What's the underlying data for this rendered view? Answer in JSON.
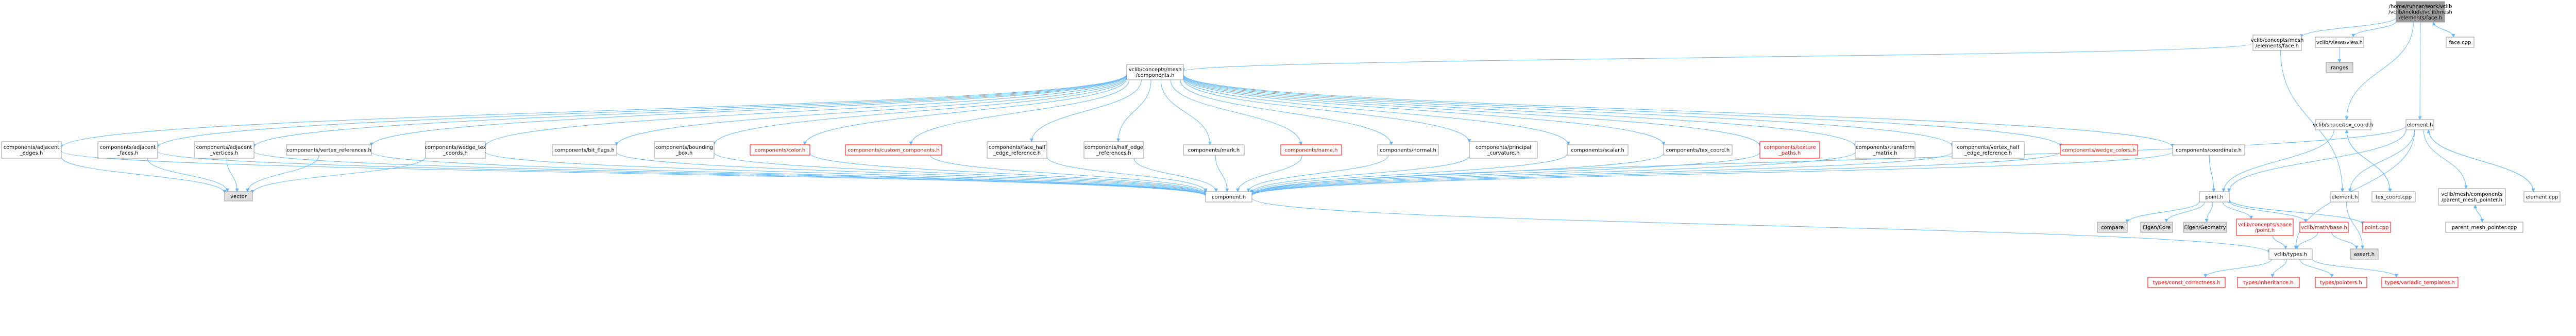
{
  "colors": {
    "edge": "#63b8ff",
    "node_border": "#999999",
    "node_fill": "#ffffff",
    "root_fill": "#999999",
    "external_fill": "#e0e0e0",
    "missing_text": "#ff0000"
  },
  "nodes": [
    {
      "id": "root",
      "lines": [
        "/home/runner/work/vclib",
        "/vclib/include/vclib/mesh",
        "/elements/face.h"
      ],
      "style": "root"
    },
    {
      "id": "concepts_face",
      "lines": [
        "vclib/concepts/mesh",
        "/elements/face.h"
      ],
      "style": "normal"
    },
    {
      "id": "views_view",
      "lines": [
        "vclib/views/view.h"
      ],
      "style": "normal"
    },
    {
      "id": "face_cpp",
      "lines": [
        "face.cpp"
      ],
      "style": "normal"
    },
    {
      "id": "ranges",
      "lines": [
        "ranges"
      ],
      "style": "external"
    },
    {
      "id": "concepts_components",
      "lines": [
        "vclib/concepts/mesh",
        "/components.h"
      ],
      "style": "normal"
    },
    {
      "id": "space_tex_coord",
      "lines": [
        "vclib/space/tex_coord.h"
      ],
      "style": "normal"
    },
    {
      "id": "element_h",
      "lines": [
        "element.h"
      ],
      "style": "normal"
    },
    {
      "id": "c_adjacent_edges",
      "lines": [
        "components/adjacent",
        "_edges.h"
      ],
      "style": "normal"
    },
    {
      "id": "c_adjacent_faces",
      "lines": [
        "components/adjacent",
        "_faces.h"
      ],
      "style": "normal"
    },
    {
      "id": "c_adjacent_vertices",
      "lines": [
        "components/adjacent",
        "_vertices.h"
      ],
      "style": "normal"
    },
    {
      "id": "c_vertex_references",
      "lines": [
        "components/vertex_references.h"
      ],
      "style": "normal"
    },
    {
      "id": "c_wedge_tex_coords",
      "lines": [
        "components/wedge_tex",
        "_coords.h"
      ],
      "style": "normal"
    },
    {
      "id": "c_bit_flags",
      "lines": [
        "components/bit_flags.h"
      ],
      "style": "normal"
    },
    {
      "id": "c_bounding_box",
      "lines": [
        "components/bounding",
        "_box.h"
      ],
      "style": "normal"
    },
    {
      "id": "c_color",
      "lines": [
        "components/color.h"
      ],
      "style": "missing"
    },
    {
      "id": "c_custom_components",
      "lines": [
        "components/custom_components.h"
      ],
      "style": "missing"
    },
    {
      "id": "c_face_half_edge",
      "lines": [
        "components/face_half",
        "_edge_reference.h"
      ],
      "style": "normal"
    },
    {
      "id": "c_half_edge_refs",
      "lines": [
        "components/half_edge",
        "_references.h"
      ],
      "style": "normal"
    },
    {
      "id": "c_mark",
      "lines": [
        "components/mark.h"
      ],
      "style": "normal"
    },
    {
      "id": "c_name",
      "lines": [
        "components/name.h"
      ],
      "style": "missing"
    },
    {
      "id": "c_normal",
      "lines": [
        "components/normal.h"
      ],
      "style": "normal"
    },
    {
      "id": "c_principal_curvature",
      "lines": [
        "components/principal",
        "_curvature.h"
      ],
      "style": "normal"
    },
    {
      "id": "c_scalar",
      "lines": [
        "components/scalar.h"
      ],
      "style": "normal"
    },
    {
      "id": "c_tex_coord",
      "lines": [
        "components/tex_coord.h"
      ],
      "style": "normal"
    },
    {
      "id": "c_texture_paths",
      "lines": [
        "components/texture",
        "_paths.h"
      ],
      "style": "missing"
    },
    {
      "id": "c_transform_matrix",
      "lines": [
        "components/transform",
        "_matrix.h"
      ],
      "style": "normal"
    },
    {
      "id": "c_vertex_half_edge",
      "lines": [
        "components/vertex_half",
        "_edge_reference.h"
      ],
      "style": "normal"
    },
    {
      "id": "c_wedge_colors",
      "lines": [
        "components/wedge_colors.h"
      ],
      "style": "missing"
    },
    {
      "id": "c_coordinate",
      "lines": [
        "components/coordinate.h"
      ],
      "style": "normal"
    },
    {
      "id": "vector",
      "lines": [
        "vector"
      ],
      "style": "external"
    },
    {
      "id": "component_h",
      "lines": [
        "component.h"
      ],
      "style": "normal"
    },
    {
      "id": "point_h",
      "lines": [
        "point.h"
      ],
      "style": "normal"
    },
    {
      "id": "element_h2",
      "lines": [
        "element.h"
      ],
      "style": "normal"
    },
    {
      "id": "tex_coord_cpp",
      "lines": [
        "tex_coord.cpp"
      ],
      "style": "normal"
    },
    {
      "id": "parent_mesh_pointer_h",
      "lines": [
        "vclib/mesh/components",
        "/parent_mesh_pointer.h"
      ],
      "style": "normal"
    },
    {
      "id": "element_cpp",
      "lines": [
        "element.cpp"
      ],
      "style": "normal"
    },
    {
      "id": "compare",
      "lines": [
        "compare"
      ],
      "style": "external"
    },
    {
      "id": "eigen_core",
      "lines": [
        "Eigen/Core"
      ],
      "style": "external"
    },
    {
      "id": "eigen_geometry",
      "lines": [
        "Eigen/Geometry"
      ],
      "style": "external"
    },
    {
      "id": "concepts_space_point",
      "lines": [
        "vclib/concepts/space",
        "/point.h"
      ],
      "style": "missing"
    },
    {
      "id": "math_base",
      "lines": [
        "vclib/math/base.h"
      ],
      "style": "missing"
    },
    {
      "id": "point_cpp",
      "lines": [
        "point.cpp"
      ],
      "style": "missing"
    },
    {
      "id": "parent_mesh_pointer_cpp",
      "lines": [
        "parent_mesh_pointer.cpp"
      ],
      "style": "normal"
    },
    {
      "id": "vclib_types",
      "lines": [
        "vclib/types.h"
      ],
      "style": "normal"
    },
    {
      "id": "assert_h",
      "lines": [
        "assert.h"
      ],
      "style": "external"
    },
    {
      "id": "t_const_correctness",
      "lines": [
        "types/const_correctness.h"
      ],
      "style": "missing"
    },
    {
      "id": "t_inheritance",
      "lines": [
        "types/inheritance.h"
      ],
      "style": "missing"
    },
    {
      "id": "t_pointers",
      "lines": [
        "types/pointers.h"
      ],
      "style": "missing"
    },
    {
      "id": "t_variadic_templates",
      "lines": [
        "types/variadic_templates.h"
      ],
      "style": "missing"
    }
  ],
  "edges": [
    [
      "root",
      "concepts_face"
    ],
    [
      "root",
      "views_view"
    ],
    [
      "root",
      "face_cpp"
    ],
    [
      "root",
      "space_tex_coord"
    ],
    [
      "root",
      "element_h"
    ],
    [
      "face_cpp",
      "root"
    ],
    [
      "views_view",
      "ranges"
    ],
    [
      "concepts_face",
      "concepts_components"
    ],
    [
      "concepts_face",
      "element_h2"
    ],
    [
      "concepts_components",
      "c_adjacent_edges"
    ],
    [
      "concepts_components",
      "c_adjacent_faces"
    ],
    [
      "concepts_components",
      "c_adjacent_vertices"
    ],
    [
      "concepts_components",
      "c_vertex_references"
    ],
    [
      "concepts_components",
      "c_wedge_tex_coords"
    ],
    [
      "concepts_components",
      "c_bit_flags"
    ],
    [
      "concepts_components",
      "c_bounding_box"
    ],
    [
      "concepts_components",
      "c_color"
    ],
    [
      "concepts_components",
      "c_custom_components"
    ],
    [
      "concepts_components",
      "c_face_half_edge"
    ],
    [
      "concepts_components",
      "c_half_edge_refs"
    ],
    [
      "concepts_components",
      "c_mark"
    ],
    [
      "concepts_components",
      "c_name"
    ],
    [
      "concepts_components",
      "c_normal"
    ],
    [
      "concepts_components",
      "c_principal_curvature"
    ],
    [
      "concepts_components",
      "c_scalar"
    ],
    [
      "concepts_components",
      "c_tex_coord"
    ],
    [
      "concepts_components",
      "c_texture_paths"
    ],
    [
      "concepts_components",
      "c_transform_matrix"
    ],
    [
      "concepts_components",
      "c_vertex_half_edge"
    ],
    [
      "concepts_components",
      "c_wedge_colors"
    ],
    [
      "concepts_components",
      "c_coordinate"
    ],
    [
      "c_adjacent_edges",
      "vector"
    ],
    [
      "c_adjacent_edges",
      "component_h"
    ],
    [
      "c_adjacent_faces",
      "vector"
    ],
    [
      "c_adjacent_faces",
      "component_h"
    ],
    [
      "c_adjacent_vertices",
      "vector"
    ],
    [
      "c_adjacent_vertices",
      "component_h"
    ],
    [
      "c_vertex_references",
      "vector"
    ],
    [
      "c_vertex_references",
      "component_h"
    ],
    [
      "c_wedge_tex_coords",
      "vector"
    ],
    [
      "c_wedge_tex_coords",
      "component_h"
    ],
    [
      "c_bit_flags",
      "component_h"
    ],
    [
      "c_bounding_box",
      "component_h"
    ],
    [
      "c_color",
      "component_h"
    ],
    [
      "c_custom_components",
      "component_h"
    ],
    [
      "c_face_half_edge",
      "component_h"
    ],
    [
      "c_half_edge_refs",
      "component_h"
    ],
    [
      "c_mark",
      "component_h"
    ],
    [
      "c_name",
      "component_h"
    ],
    [
      "c_normal",
      "component_h"
    ],
    [
      "c_principal_curvature",
      "component_h"
    ],
    [
      "c_scalar",
      "component_h"
    ],
    [
      "c_tex_coord",
      "component_h"
    ],
    [
      "c_texture_paths",
      "component_h"
    ],
    [
      "c_transform_matrix",
      "component_h"
    ],
    [
      "c_vertex_half_edge",
      "component_h"
    ],
    [
      "c_wedge_colors",
      "component_h"
    ],
    [
      "c_coordinate",
      "component_h"
    ],
    [
      "c_coordinate",
      "point_h"
    ],
    [
      "space_tex_coord",
      "point_h"
    ],
    [
      "space_tex_coord",
      "tex_coord_cpp"
    ],
    [
      "tex_coord_cpp",
      "space_tex_coord"
    ],
    [
      "element_h",
      "component_h"
    ],
    [
      "element_h",
      "point_h"
    ],
    [
      "element_h",
      "element_h2"
    ],
    [
      "element_h",
      "parent_mesh_pointer_h"
    ],
    [
      "element_h",
      "element_cpp"
    ],
    [
      "element_h",
      "vclib_types"
    ],
    [
      "element_cpp",
      "element_h"
    ],
    [
      "parent_mesh_pointer_h",
      "parent_mesh_pointer_cpp"
    ],
    [
      "parent_mesh_pointer_cpp",
      "parent_mesh_pointer_h"
    ],
    [
      "component_h",
      "vclib_types"
    ],
    [
      "point_h",
      "compare"
    ],
    [
      "point_h",
      "eigen_core"
    ],
    [
      "point_h",
      "eigen_geometry"
    ],
    [
      "point_h",
      "concepts_space_point"
    ],
    [
      "point_h",
      "math_base"
    ],
    [
      "point_h",
      "point_cpp"
    ],
    [
      "point_cpp",
      "point_h"
    ],
    [
      "concepts_space_point",
      "vclib_types"
    ],
    [
      "math_base",
      "vclib_types"
    ],
    [
      "math_base",
      "assert_h"
    ],
    [
      "element_h2",
      "assert_h"
    ],
    [
      "vclib_types",
      "t_const_correctness"
    ],
    [
      "vclib_types",
      "t_inheritance"
    ],
    [
      "vclib_types",
      "t_pointers"
    ],
    [
      "vclib_types",
      "t_variadic_templates"
    ]
  ]
}
